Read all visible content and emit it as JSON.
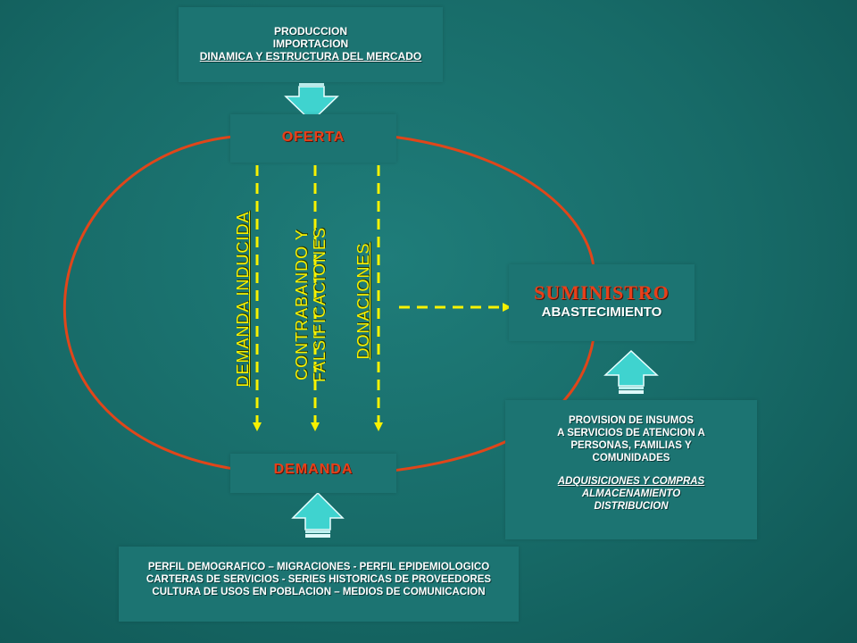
{
  "top_box": {
    "lines": [
      "PRODUCCION",
      "IMPORTACION",
      "DINAMICA  Y  ESTRUCTURA  DEL MERCADO"
    ]
  },
  "oferta": {
    "label": "OFERTA"
  },
  "demanda": {
    "label": "DEMANDA"
  },
  "vertical_labels": {
    "inducida": "DEMANDA  INDUCIDA",
    "contrabando_1": "CONTRABANDO Y",
    "contrabando_2": "FALSIFICACIONES",
    "donaciones": "DONACIONES"
  },
  "suministro": {
    "title": "SUMINISTRO",
    "subtitle": "ABASTECIMIENTO"
  },
  "provision_box": {
    "lines": [
      "PROVISION DE INSUMOS",
      "A SERVICIOS DE ATENCION A",
      "PERSONAS, FAMILIAS Y",
      "COMUNIDADES"
    ],
    "italic_lines": [
      "ADQUISICIONES  Y COMPRAS",
      "ALMACENAMIENTO",
      "DISTRIBUCION"
    ]
  },
  "bottom_box": {
    "lines": [
      "PERFIL DEMOGRAFICO  – MIGRACIONES  - PERFIL EPIDEMIOLOGICO",
      "CARTERAS  DE SERVICIOS - SERIES HISTORICAS  DE PROVEEDORES",
      "CULTURA  DE USOS EN POBLACION  – MEDIOS DE COMUNICACION"
    ]
  },
  "colors": {
    "background": "#176a67",
    "ellipse": "#e0461a",
    "dash_arrows": "#f7f200",
    "block_arrow": "#3fd3cf",
    "suministro_title": "#e8401a"
  }
}
